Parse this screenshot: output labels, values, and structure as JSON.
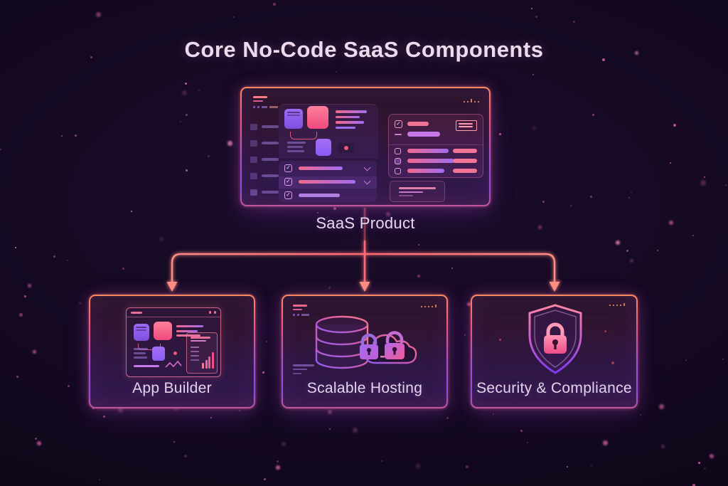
{
  "title": "Core No-Code SaaS Components",
  "root_node": {
    "label": "SaaS Product"
  },
  "components": [
    {
      "label": "App Builder",
      "icon": "app-builder-window-icon"
    },
    {
      "label": "Scalable Hosting",
      "icon": "database-cloud-locks-icon"
    },
    {
      "label": "Security & Compliance",
      "icon": "shield-padlock-icon"
    }
  ],
  "colors": {
    "background": "#140921",
    "connector": "#ff7d7a",
    "border_top": "#ff8a5e",
    "border_mid": "#f0567c",
    "border_bottom": "#8a4ae0",
    "text_title": "#eddaed",
    "text_label": "#e2d4ea",
    "star": "#d864aa",
    "purple_accent": "#8b5cf6",
    "pink_accent": "#f0567c"
  }
}
